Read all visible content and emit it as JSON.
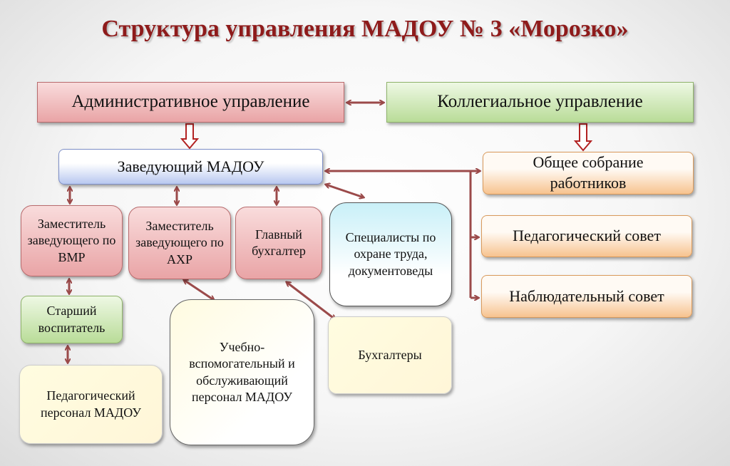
{
  "title": "Структура управления МАДОУ № 3 «Морозко»",
  "nodes": {
    "admin": "Административное управление",
    "collegial": "Коллегиальное управление",
    "head": "Заведующий МАДОУ",
    "general_meeting": "Общее собрание работников",
    "ped_council": "Педагогический совет",
    "supervisory": "Наблюдательный совет",
    "deputy_vmr": "Заместитель заведующего по ВМР",
    "deputy_axr": "Заместитель заведующего по АХР",
    "chief_accountant": "Главный бухгалтер",
    "specialists": "Специалисты по охране труда, документоведы",
    "senior_teacher": "Старший воспитатель",
    "ped_staff": "Педагогический персонал МАДОУ",
    "support_staff": "Учебно-вспомогательный и обслуживающий персонал МАДОУ",
    "accountants": "Бухгалтеры"
  },
  "colors": {
    "title": "#8e1b1b",
    "arrow": "#9b4a4a",
    "hollow_arrow": "#b22222"
  }
}
